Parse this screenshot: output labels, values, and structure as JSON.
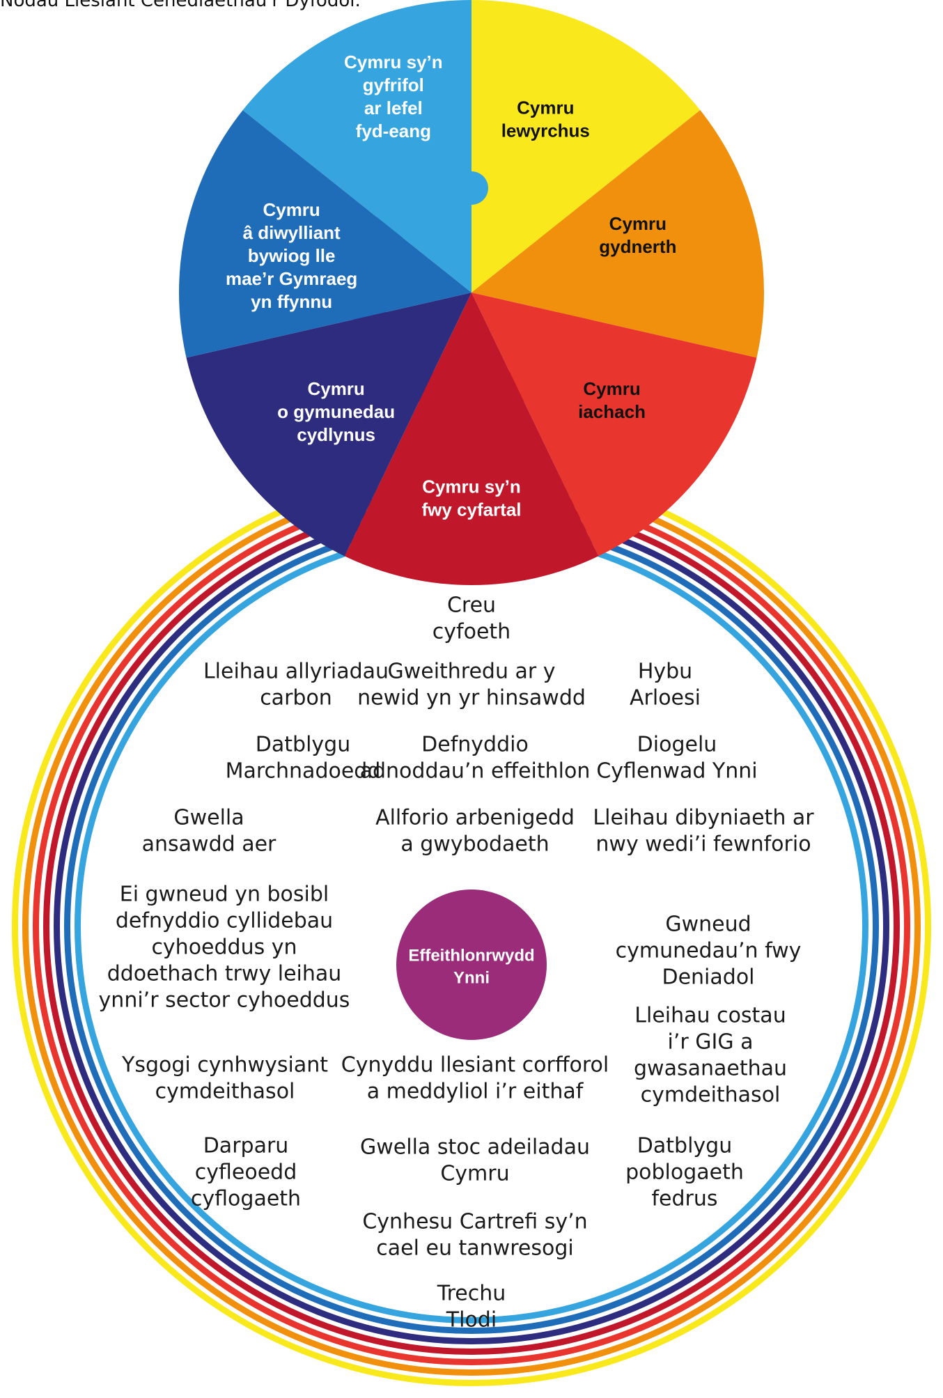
{
  "caption": "Nodau Llesiant Cenedlaethau'r Dyfodol.",
  "colors": {
    "ring": [
      "#f9e91c",
      "#f0900c",
      "#e8362e",
      "#c0182a",
      "#2e2c7e",
      "#1f6db8",
      "#36a5df"
    ],
    "centre": "#9b2c7a"
  },
  "goals": [
    {
      "lines": [
        "Cymru",
        "lewyrchus"
      ],
      "color": "#f9e91c",
      "text_color": "#111111"
    },
    {
      "lines": [
        "Cymru",
        "gydnerth"
      ],
      "color": "#f0900c",
      "text_color": "#111111"
    },
    {
      "lines": [
        "Cymru",
        "iachach"
      ],
      "color": "#e8362e",
      "text_color": "#111111"
    },
    {
      "lines": [
        "Cymru sy’n",
        "fwy cyfartal"
      ],
      "color": "#c0182a",
      "text_color": "#ffffff"
    },
    {
      "lines": [
        "Cymru",
        "o gymunedau",
        "cydlynus"
      ],
      "color": "#2e2c7e",
      "text_color": "#ffffff"
    },
    {
      "lines": [
        "Cymru",
        "â diwylliant",
        "bywiog lle",
        "mae’r Gymraeg",
        "yn ffynnu"
      ],
      "color": "#1f6db8",
      "text_color": "#ffffff"
    },
    {
      "lines": [
        "Cymru sy’n",
        "gyfrifol",
        "ar lefel",
        "fyd-eang"
      ],
      "color": "#36a5df",
      "text_color": "#ffffff"
    }
  ],
  "centre": {
    "lines": [
      "Effeithlonrwydd",
      "Ynni"
    ]
  },
  "benefits": [
    {
      "lines": [
        "Creu",
        "cyfoeth"
      ]
    },
    {
      "lines": [
        "Lleihau allyriadau",
        "carbon"
      ]
    },
    {
      "lines": [
        "Gweithredu ar y",
        "newid yn yr hinsawdd"
      ]
    },
    {
      "lines": [
        "Hybu",
        "Arloesi"
      ]
    },
    {
      "lines": [
        "Datblygu",
        "Marchnadoedd"
      ]
    },
    {
      "lines": [
        "Defnyddio",
        "adnoddau’n effeithlon"
      ]
    },
    {
      "lines": [
        "Diogelu",
        "Cyflenwad Ynni"
      ]
    },
    {
      "lines": [
        "Gwella",
        "ansawdd aer"
      ]
    },
    {
      "lines": [
        "Allforio arbenigedd",
        "a gwybodaeth"
      ]
    },
    {
      "lines": [
        "Lleihau dibyniaeth ar",
        "nwy wedi’i fewnforio"
      ]
    },
    {
      "lines": [
        "Ei gwneud yn bosibl",
        "defnyddio cyllidebau",
        "cyhoeddus yn",
        "ddoethach trwy leihau",
        "ynni’r sector cyhoeddus"
      ]
    },
    {
      "lines": [
        "Gwneud",
        "cymunedau’n fwy",
        "Deniadol"
      ]
    },
    {
      "lines": [
        "Lleihau costau",
        "i’r GIG a",
        "gwasanaethau",
        "cymdeithasol"
      ]
    },
    {
      "lines": [
        "Ysgogi cynhwysiant",
        "cymdeithasol"
      ]
    },
    {
      "lines": [
        "Cynyddu llesiant corfforol",
        "a meddyliol i’r eithaf"
      ]
    },
    {
      "lines": [
        "Darparu",
        "cyfleoedd",
        "cyflogaeth"
      ]
    },
    {
      "lines": [
        "Gwella stoc adeiladau",
        "Cymru"
      ]
    },
    {
      "lines": [
        "Datblygu",
        "poblogaeth",
        "fedrus"
      ]
    },
    {
      "lines": [
        "Cynhesu Cartrefi sy’n",
        "cael eu tanwresogi"
      ]
    },
    {
      "lines": [
        "Trechu",
        "Tlodi"
      ]
    }
  ]
}
